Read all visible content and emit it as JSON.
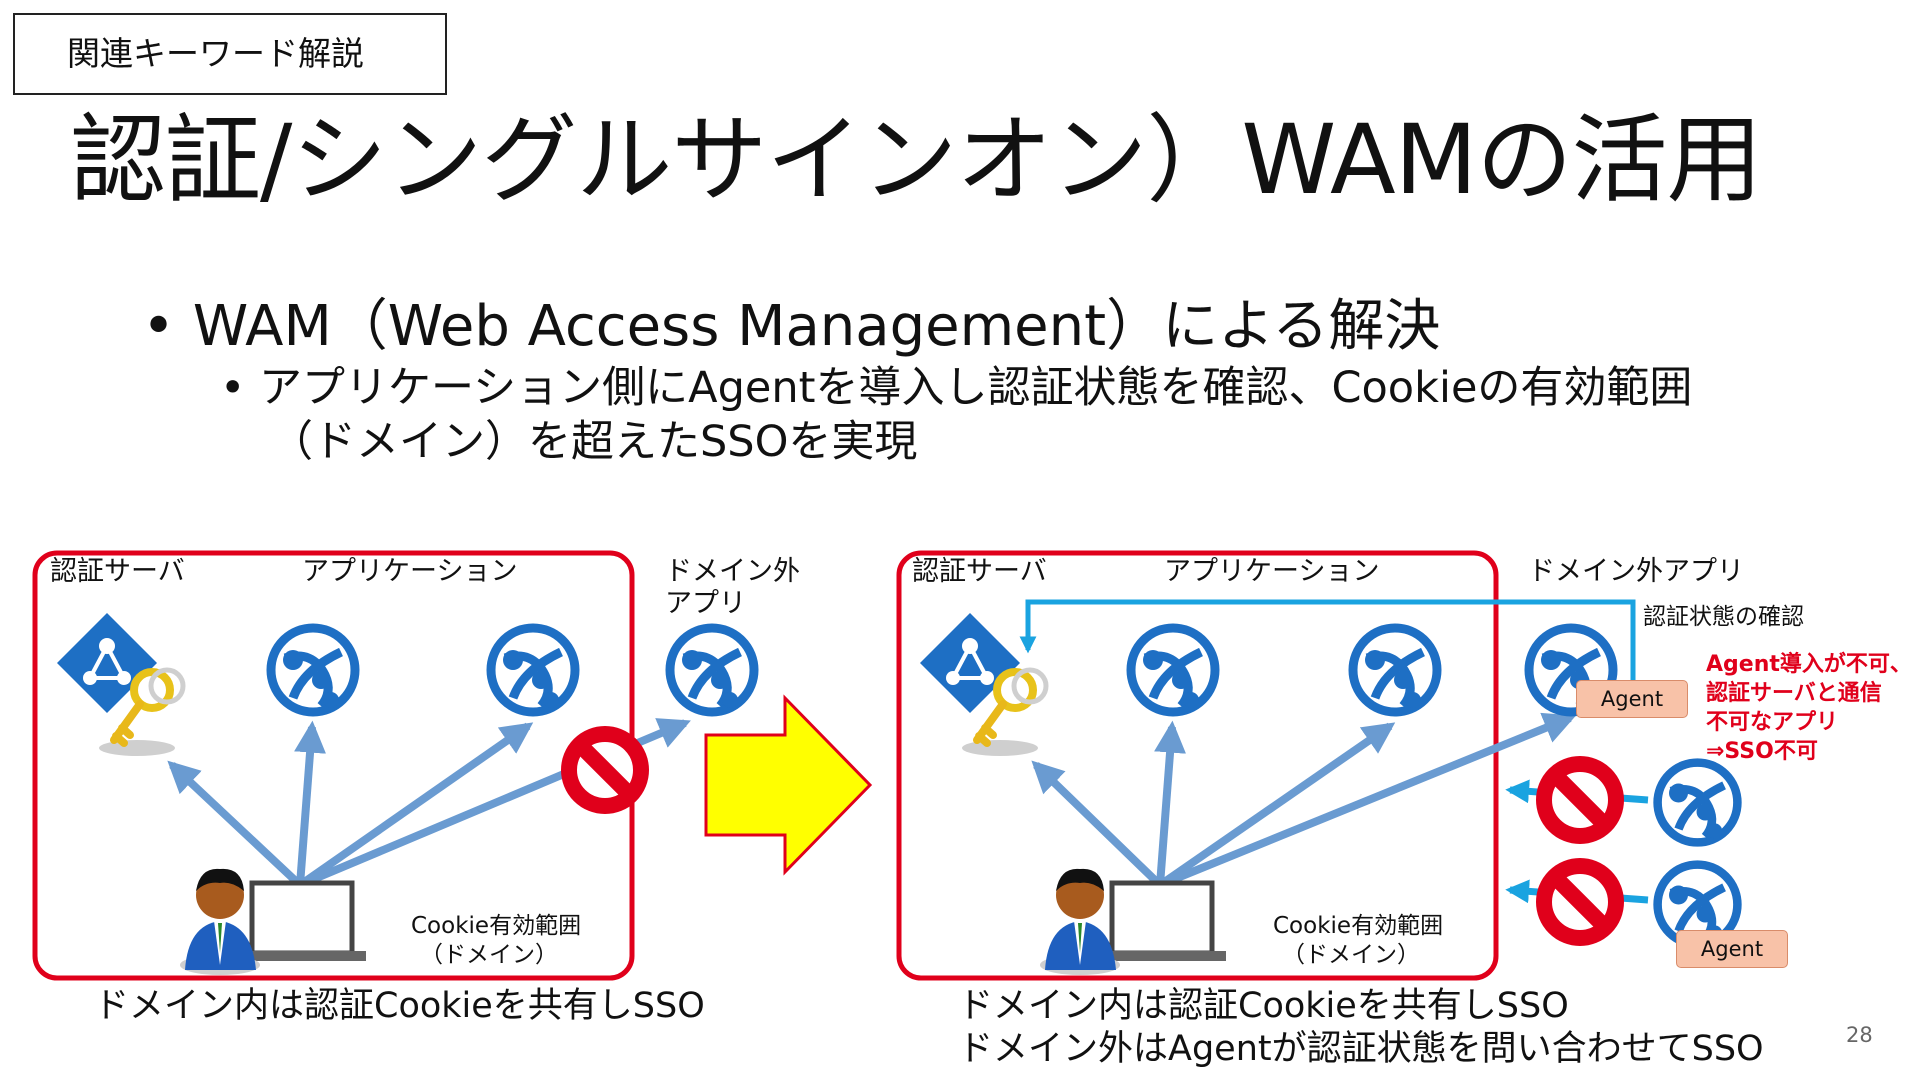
{
  "tag": "関連キーワード解説",
  "title": "認証/シングルサインオン）WAMの活用",
  "bullet1": "WAM（Web Access Management）による解決",
  "bullet2_line1": "アプリケーション側にAgentを導入し認証状態を確認、Cookieの有効範囲",
  "bullet2_line2": "（ドメイン）を超えたSSOを実現",
  "left": {
    "auth_server": "認証サーバ",
    "application": "アプリケーション",
    "outside_line1": "ドメイン外",
    "outside_line2": "アプリ",
    "cookie_scope_line1": "Cookie有効範囲",
    "cookie_scope_line2": "（ドメイン）",
    "caption": "ドメイン内は認証Cookieを共有しSSO"
  },
  "right": {
    "auth_server": "認証サーバ",
    "application": "アプリケーション",
    "outside_app": "ドメイン外アプリ",
    "auth_check": "認証状態の確認",
    "agent_label": "Agent",
    "agent_label2": "Agent",
    "note_line1": "Agent導入が不可、",
    "note_line2": "認証サーバと通信",
    "note_line3": "不可なアプリ",
    "note_line4": "⇒SSO不可",
    "cookie_scope_line1": "Cookie有効範囲",
    "cookie_scope_line2": "（ドメイン）",
    "caption_line1": "ドメイン内は認証Cookieを共有しSSO",
    "caption_line2": "ドメイン外はAgentが認証状態を問い合わせてSSO"
  },
  "page_number": "28",
  "colors": {
    "domain_border": "#e0001b",
    "arrow_blue": "#6a9bd1",
    "check_line": "#1aa3e0",
    "icon_blue": "#1e6fc4",
    "big_arrow_fill": "#ffff00",
    "big_arrow_stroke": "#e0001b",
    "no_sign": "#e0001b",
    "agent_fill": "#f8c2a8"
  }
}
